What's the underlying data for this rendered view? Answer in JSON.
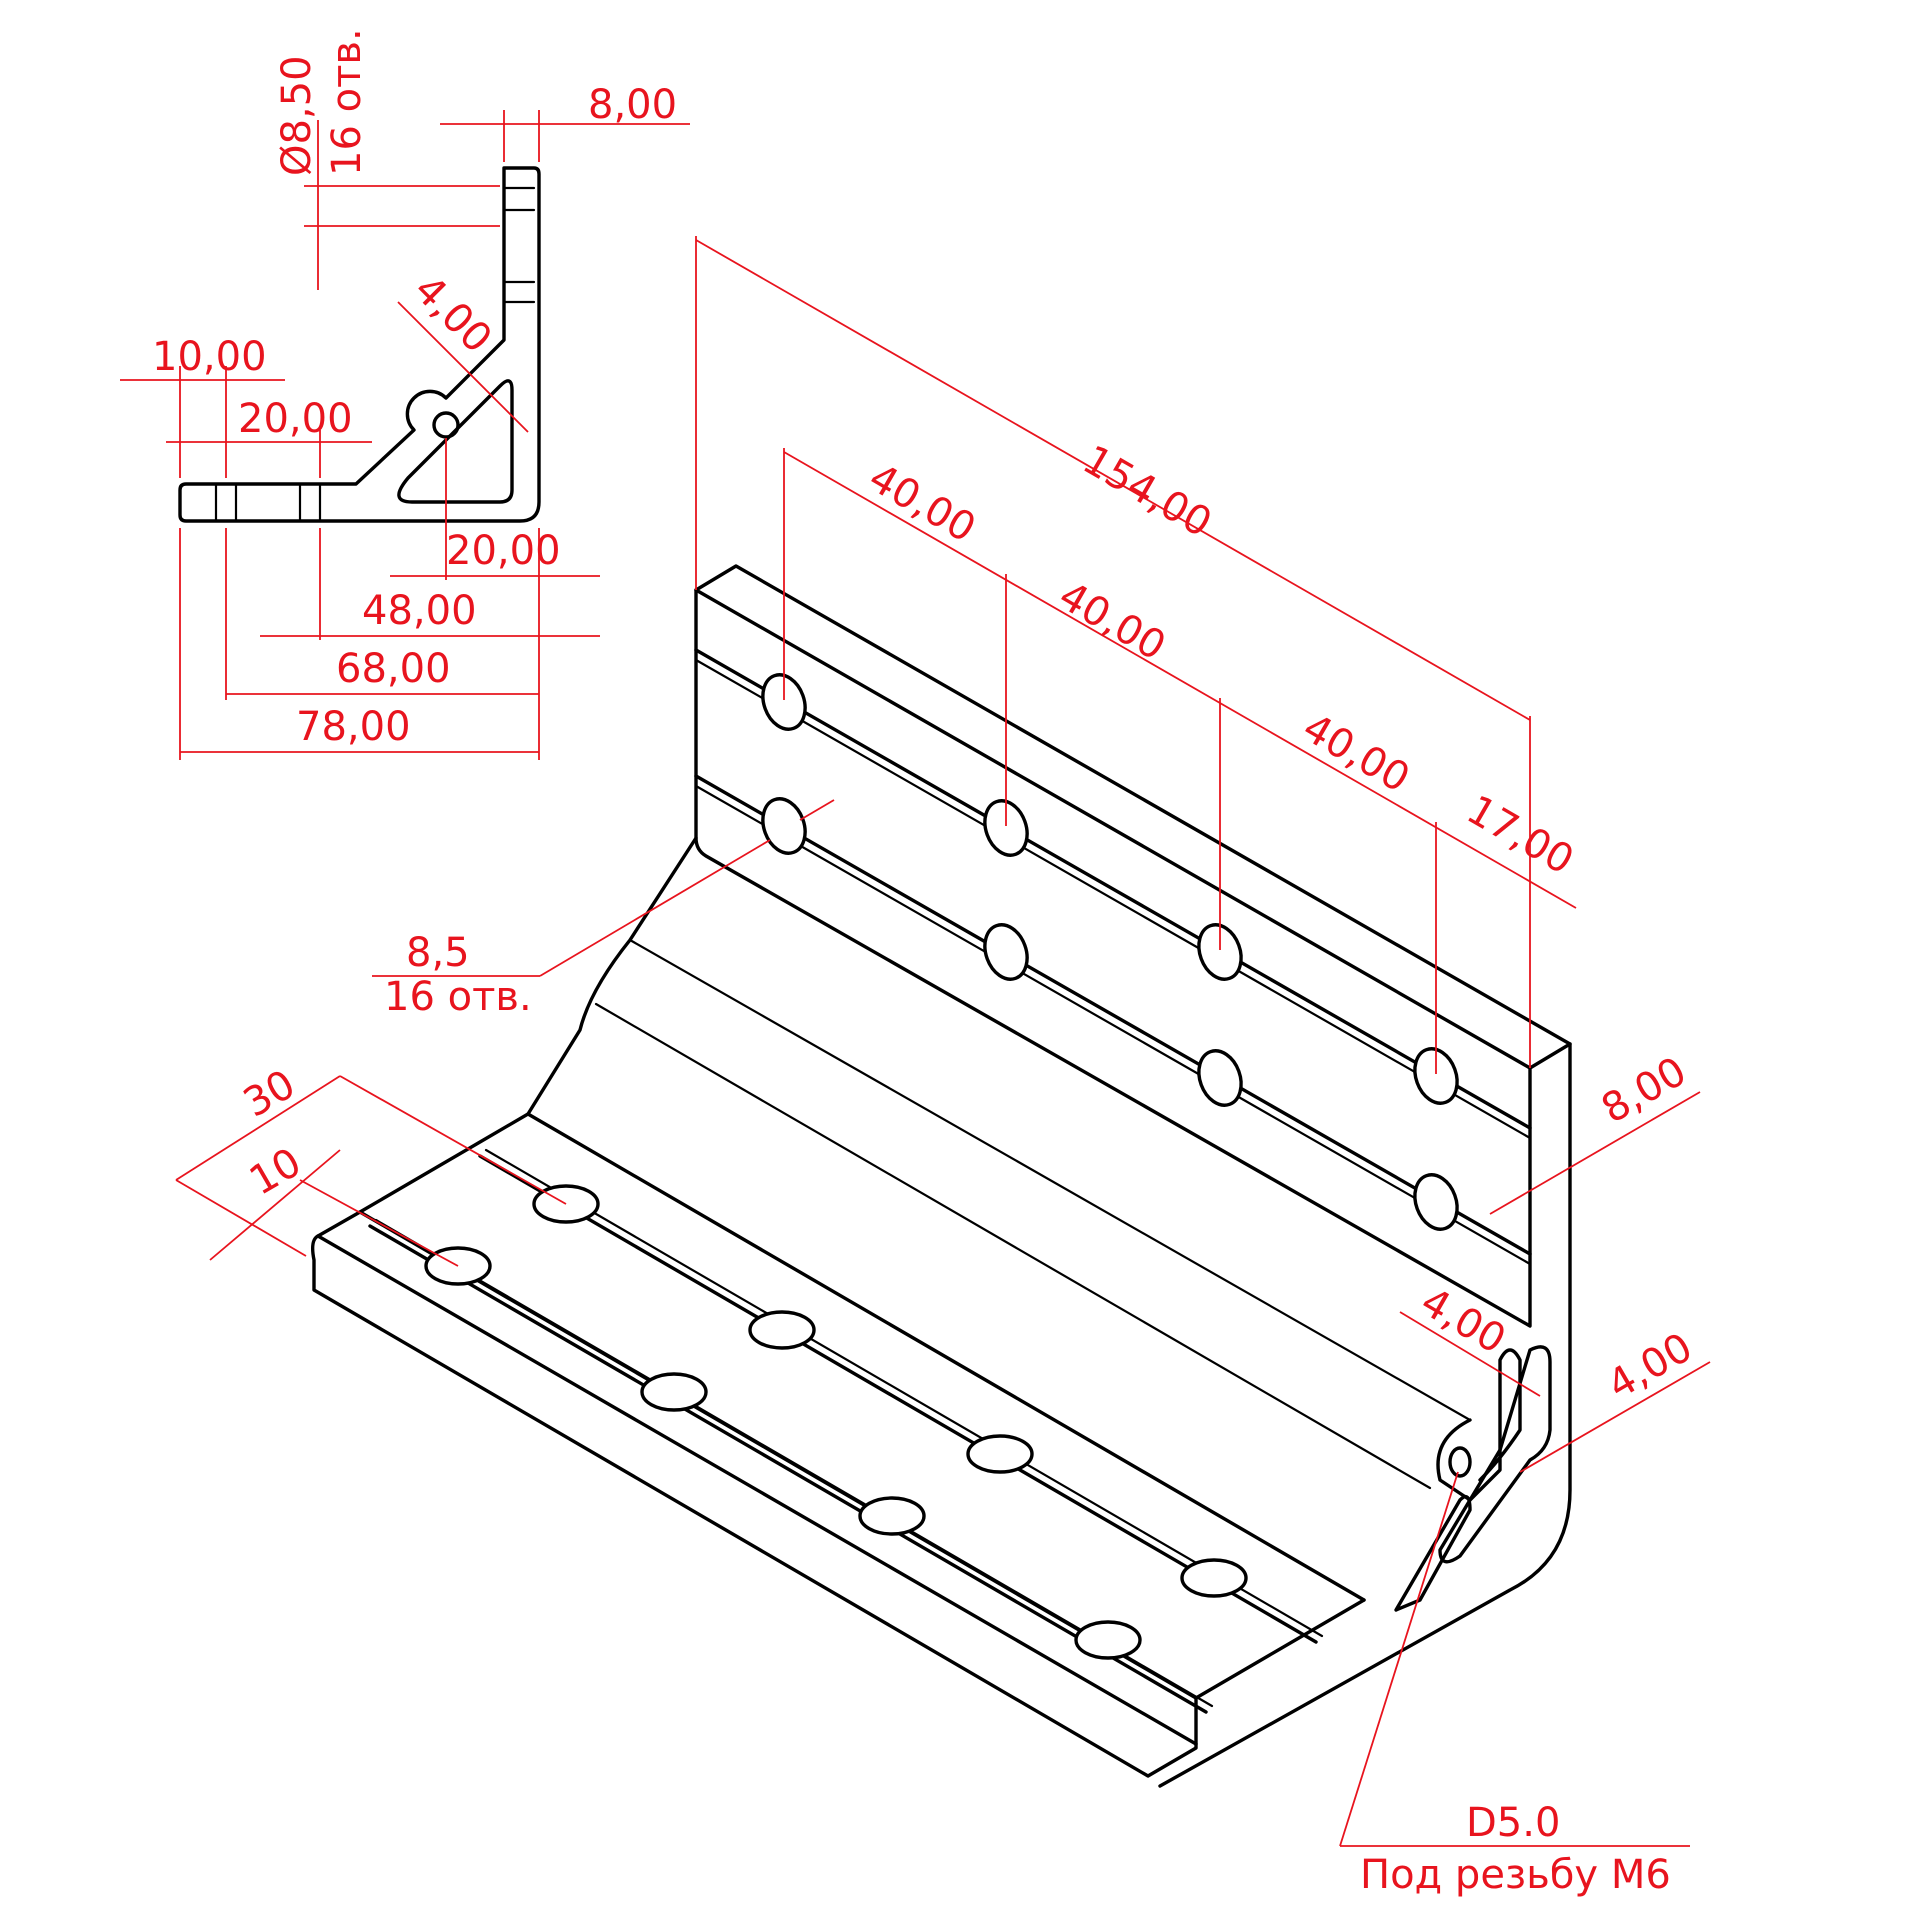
{
  "section_view": {
    "hole_diameter": "Ø8,50",
    "hole_count": "16 отв.",
    "flange_thickness": "8,00",
    "rib_thickness": "4,00",
    "hole_offset_10": "10,00",
    "hole_pitch_20": "20,00",
    "center_20": "20,00",
    "width_48": "48,00",
    "width_68": "68,00",
    "width_78": "78,00"
  },
  "iso_view": {
    "length_total": "154,00",
    "pitch_1": "40,00",
    "pitch_2": "40,00",
    "pitch_3": "40,00",
    "end_offset": "17,00",
    "hole_note_diameter": "8,5",
    "hole_note_count": "16 отв.",
    "base_30": "30",
    "base_10": "10",
    "wall_thickness": "8,00",
    "rib_4_a": "4,00",
    "rib_4_b": "4,00",
    "thread_hole": "D5.0",
    "thread_note": "Под резьбу М6"
  },
  "colors": {
    "dimension": "#e8141e",
    "geometry": "#000000",
    "background": "#ffffff"
  }
}
